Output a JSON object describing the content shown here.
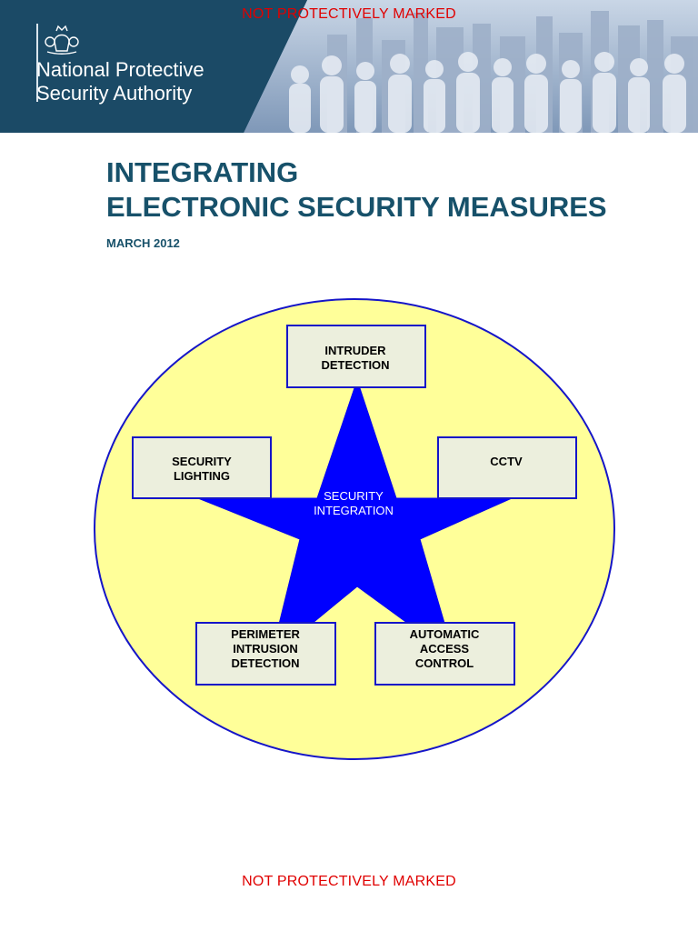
{
  "marking_top": "NOT PROTECTIVELY MARKED",
  "marking_bottom": "NOT PROTECTIVELY MARKED",
  "header": {
    "org_line1": "National Protective",
    "org_line2": "Security Authority"
  },
  "document": {
    "title_line1": "INTEGRATING",
    "title_line2": "ELECTRONIC SECURITY MEASURES",
    "date": "MARCH 2012"
  },
  "diagram": {
    "hub": {
      "line1": "SECURITY",
      "line2": "INTEGRATION"
    },
    "nodes": {
      "intruder": {
        "line1": "INTRUDER",
        "line2": "DETECTION"
      },
      "cctv": {
        "line1": "CCTV"
      },
      "lighting": {
        "line1": "SECURITY",
        "line2": "LIGHTING"
      },
      "perimeter": {
        "line1": "PERIMETER",
        "line2": "INTRUSION",
        "line3": "DETECTION"
      },
      "access": {
        "line1": "AUTOMATIC",
        "line2": "ACCESS",
        "line3": "CONTROL"
      }
    }
  },
  "colors": {
    "banner": "#1b4a66",
    "title": "#17516a",
    "marking": "#e00000",
    "ellipse_fill": "#ffff99",
    "star_fill": "#0000ff",
    "box_fill": "#ecefdd",
    "outline": "#1515c8"
  }
}
